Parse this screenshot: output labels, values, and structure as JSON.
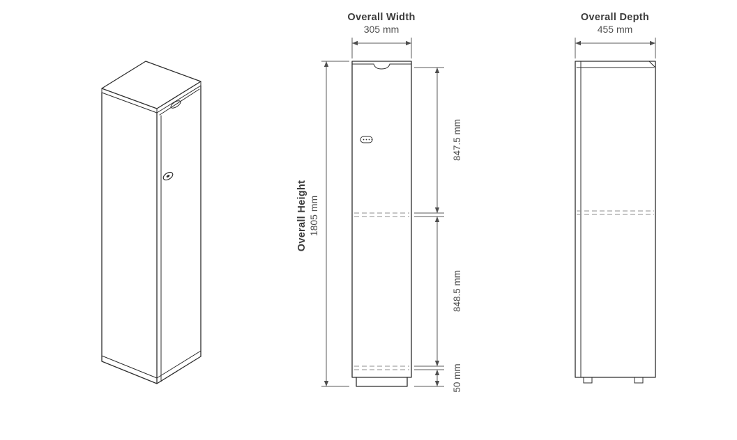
{
  "drawing": {
    "front_view": {
      "overall_width": {
        "label": "Overall Width",
        "value": "305 mm"
      },
      "overall_height": {
        "label": "Overall Height",
        "value": "1805 mm"
      },
      "upper_compartment": {
        "value": "847.5 mm"
      },
      "lower_compartment": {
        "value": "848.5 mm"
      },
      "plinth": {
        "value": "50 mm"
      }
    },
    "side_view": {
      "overall_depth": {
        "label": "Overall Depth",
        "value": "455 mm"
      }
    },
    "colors": {
      "outline": "#2d2d2d",
      "dimension_line": "#5a5a5a",
      "dashed_line": "#8c8c8c",
      "title_text": "#3c3c3c",
      "value_text": "#4f4f4f",
      "background": "#ffffff"
    }
  }
}
